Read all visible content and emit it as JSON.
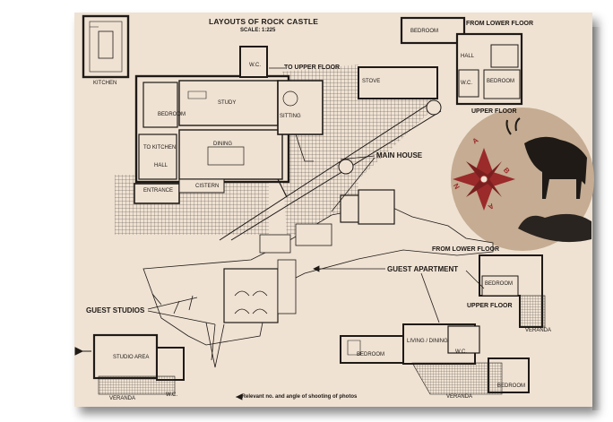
{
  "title": "LAYOUTS OF ROCK CASTLE",
  "scale": "SCALE: 1:225",
  "labels": {
    "kitchen": "KITCHEN",
    "to_upper_floor": "TO UPPER FLOOR",
    "wc": "W.C.",
    "stove": "STOVE",
    "study": "STUDY",
    "bedroom": "BEDROOM",
    "sitting": "SITTING",
    "to_kitchen": "TO KITCHEN",
    "dining": "DINING",
    "hall": "HALL",
    "cistern": "CISTERN",
    "entrance": "ENTRANCE",
    "main_house": "MAIN HOUSE",
    "from_lower_floor": "FROM LOWER FLOOR",
    "upper_floor": "UPPER FLOOR",
    "guest_apartment": "GUEST APARTMENT",
    "guest_studios": "GUEST STUDIOS",
    "veranda": "VERANDA",
    "studio_area": "STUDIO AREA",
    "living_dining": "LIVING / DINING",
    "legend": "← Relevant no. and angle of shooting of photos"
  },
  "compass": [
    "A",
    "B",
    "N",
    "A"
  ],
  "colors": {
    "paper": "#efe2d3",
    "ink": "#1f1a16",
    "compass_red": "#9b2a2a",
    "disc": "#c5ac92"
  }
}
